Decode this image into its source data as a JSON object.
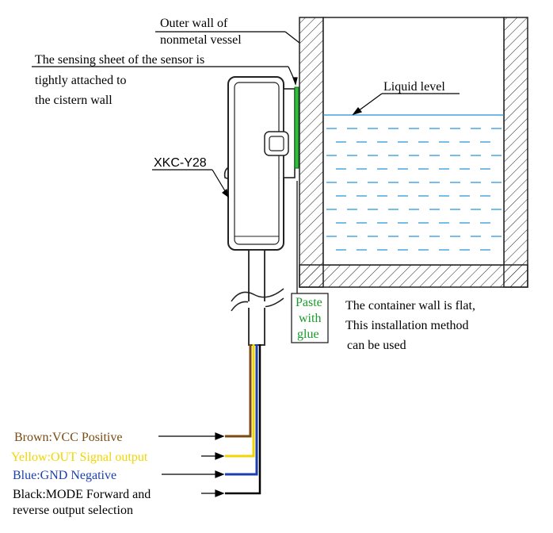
{
  "labels": {
    "outer_wall": [
      "Outer wall of",
      "nonmetal vessel"
    ],
    "sensing_sheet": [
      "The sensing sheet of the sensor is",
      "tightly attached to",
      "the cistern wall"
    ],
    "model": "XKC-Y28",
    "liquid_level": "Liquid level",
    "paste_glue": [
      "Paste",
      "with",
      "glue"
    ],
    "container_note": [
      "The container wall is flat,",
      "This installation method",
      " can be used"
    ]
  },
  "wires": [
    {
      "label": "Brown:VCC Positive",
      "color": "#7a4a12"
    },
    {
      "label": "Yellow:OUT Signal output",
      "color": "#f2d600"
    },
    {
      "label": "Blue:GND Negative",
      "color": "#1c3fae"
    },
    {
      "label": "Black:MODE Forward and",
      "label2": "reverse output selection",
      "color": "#000000"
    }
  ],
  "colors": {
    "sensing_sheet": "#2fbf3a",
    "liquid": "#1f8fd8",
    "glue_text": "#1a9a2a"
  }
}
